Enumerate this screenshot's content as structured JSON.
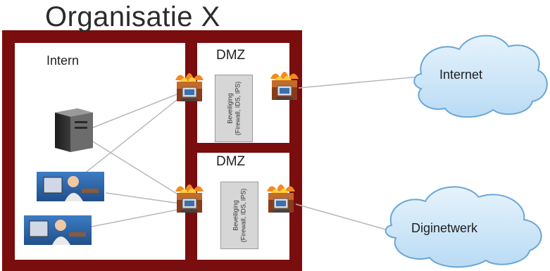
{
  "title": "Organisatie X",
  "zones": {
    "intern": "Intern",
    "dmz_top": "DMZ",
    "dmz_bottom": "DMZ"
  },
  "security_boxes": {
    "top": {
      "line1": "Beveiliging",
      "line2": "(Firewall, IDS, IPS)"
    },
    "bottom": {
      "line1": "Beveiliging",
      "line2": "(Firewall, IDS, IPS)"
    }
  },
  "clouds": {
    "internet": "Internet",
    "diginetwerk": "Diginetwerk"
  },
  "colors": {
    "frame": "#7a0d0d",
    "cloud_fill": "#cfe6f7",
    "cloud_stroke": "#6aa6d6",
    "link_line": "#b8b8b8",
    "security_box": "#d6d6d6"
  },
  "icons": [
    "server-icon",
    "workstation-icon",
    "firewall-icon",
    "cloud-icon"
  ]
}
